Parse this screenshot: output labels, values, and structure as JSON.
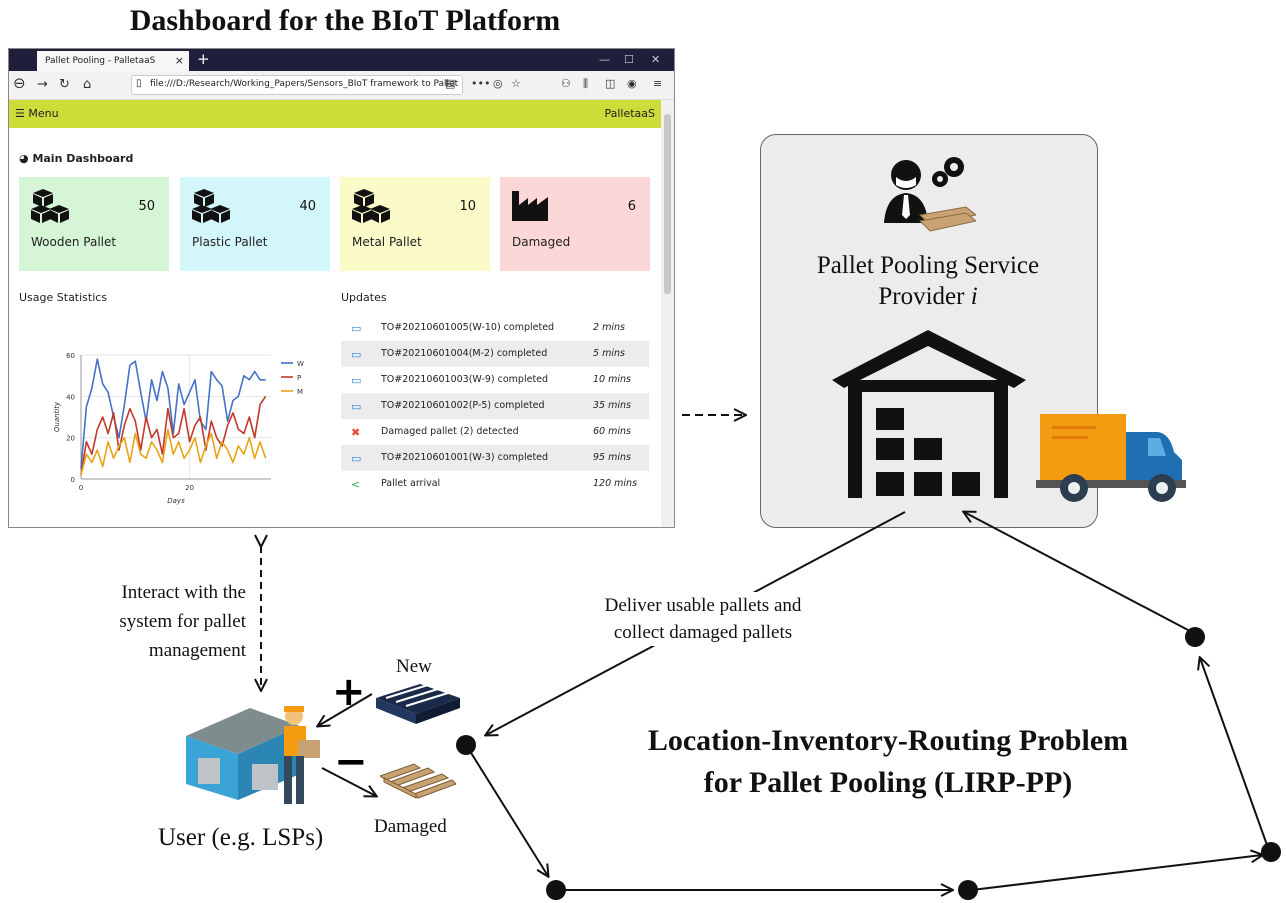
{
  "title": "Dashboard for the BIoT Platform",
  "browser": {
    "tab_title": "Pallet Pooling - PalletaaS",
    "tab_close": "×",
    "new_tab": "+",
    "url": "file:///D:/Research/Working_Papers/Sensors_BIoT framework to Pallet"
  },
  "app": {
    "menu_label": "Menu",
    "brand": "PalletaaS",
    "dashboard_title": "Main Dashboard",
    "cards": [
      {
        "label": "Wooden Pallet",
        "count": "50",
        "bg": "#d6f5d6",
        "icon": "cubes-icon"
      },
      {
        "label": "Plastic Pallet",
        "count": "40",
        "bg": "#d3f6fb",
        "icon": "cubes-icon"
      },
      {
        "label": "Metal Pallet",
        "count": "10",
        "bg": "#fbfbc9",
        "icon": "cubes-icon"
      },
      {
        "label": "Damaged",
        "count": "6",
        "bg": "#fcd7d7",
        "icon": "factory-icon"
      }
    ],
    "usage_title": "Usage Statistics",
    "updates_title": "Updates",
    "updates": [
      {
        "text": "TO#20210601005(W-10) completed",
        "time": "2 mins",
        "icon": "laptop-icon"
      },
      {
        "text": "TO#20210601004(M-2) completed",
        "time": "5 mins",
        "icon": "laptop-icon"
      },
      {
        "text": "TO#20210601003(W-9) completed",
        "time": "10 mins",
        "icon": "laptop-icon"
      },
      {
        "text": "TO#20210601002(P-5) completed",
        "time": "35 mins",
        "icon": "laptop-icon"
      },
      {
        "text": "Damaged pallet (2) detected",
        "time": "60 mins",
        "icon": "close-icon"
      },
      {
        "text": "TO#20210601001(W-3) completed",
        "time": "95 mins",
        "icon": "laptop-icon"
      },
      {
        "text": "Pallet arrival",
        "time": "120 mins",
        "icon": "share-icon"
      }
    ]
  },
  "chart_data": {
    "type": "line",
    "xlabel": "Days",
    "ylabel": "Quantity",
    "xlim": [
      0,
      35
    ],
    "ylim": [
      0,
      60
    ],
    "xticks": [
      0,
      20
    ],
    "yticks": [
      0,
      20,
      40,
      60
    ],
    "legend_position": "right",
    "series": [
      {
        "name": "W",
        "color": "#4472c4",
        "x": [
          0,
          1,
          2,
          3,
          4,
          5,
          6,
          7,
          8,
          9,
          10,
          11,
          12,
          13,
          14,
          15,
          16,
          17,
          18,
          19,
          20,
          21,
          22,
          23,
          24,
          25,
          26,
          27,
          28,
          29,
          30,
          31,
          32,
          33,
          34
        ],
        "values": [
          5,
          35,
          44,
          58,
          46,
          42,
          30,
          20,
          36,
          55,
          57,
          42,
          28,
          48,
          38,
          52,
          44,
          22,
          46,
          36,
          42,
          48,
          28,
          24,
          52,
          48,
          45,
          28,
          38,
          40,
          50,
          48,
          52,
          48,
          48
        ]
      },
      {
        "name": "P",
        "color": "#c0392b",
        "x": [
          0,
          1,
          2,
          3,
          4,
          5,
          6,
          7,
          8,
          9,
          10,
          11,
          12,
          13,
          14,
          15,
          16,
          17,
          18,
          19,
          20,
          21,
          22,
          23,
          24,
          25,
          26,
          27,
          28,
          29,
          30,
          31,
          32,
          33,
          34
        ],
        "values": [
          2,
          18,
          12,
          24,
          30,
          22,
          32,
          14,
          26,
          34,
          28,
          14,
          30,
          20,
          24,
          12,
          34,
          20,
          22,
          34,
          18,
          26,
          30,
          14,
          28,
          20,
          16,
          26,
          32,
          24,
          22,
          30,
          20,
          36,
          40
        ]
      },
      {
        "name": "M",
        "color": "#e8a317",
        "x": [
          0,
          1,
          2,
          3,
          4,
          5,
          6,
          7,
          8,
          9,
          10,
          11,
          12,
          13,
          14,
          15,
          16,
          17,
          18,
          19,
          20,
          21,
          22,
          23,
          24,
          25,
          26,
          27,
          28,
          29,
          30,
          31,
          32,
          33,
          34
        ],
        "values": [
          2,
          12,
          8,
          14,
          6,
          18,
          10,
          16,
          20,
          8,
          22,
          12,
          10,
          18,
          14,
          8,
          24,
          12,
          18,
          10,
          14,
          20,
          8,
          16,
          22,
          10,
          18,
          14,
          8,
          16,
          12,
          20,
          10,
          18,
          10
        ]
      }
    ]
  },
  "provider": {
    "name_line1": "Pallet Pooling Service",
    "name_line2": "Provider ",
    "name_italic": "i",
    "brown": "#c8a273",
    "truck_body": "#f39c12",
    "truck_cab": "#1f6fb2"
  },
  "labels": {
    "interact": [
      "Interact with the",
      "system for pallet",
      "management"
    ],
    "deliver": [
      "Deliver usable pallets and",
      "collect damaged pallets"
    ],
    "new": "New",
    "damaged": "Damaged",
    "user": "User (e.g. LSPs)",
    "lirp": [
      "Location-Inventory-Routing Problem",
      "for Pallet Pooling (LIRP-PP)"
    ],
    "plus": "+",
    "minus": "−"
  }
}
